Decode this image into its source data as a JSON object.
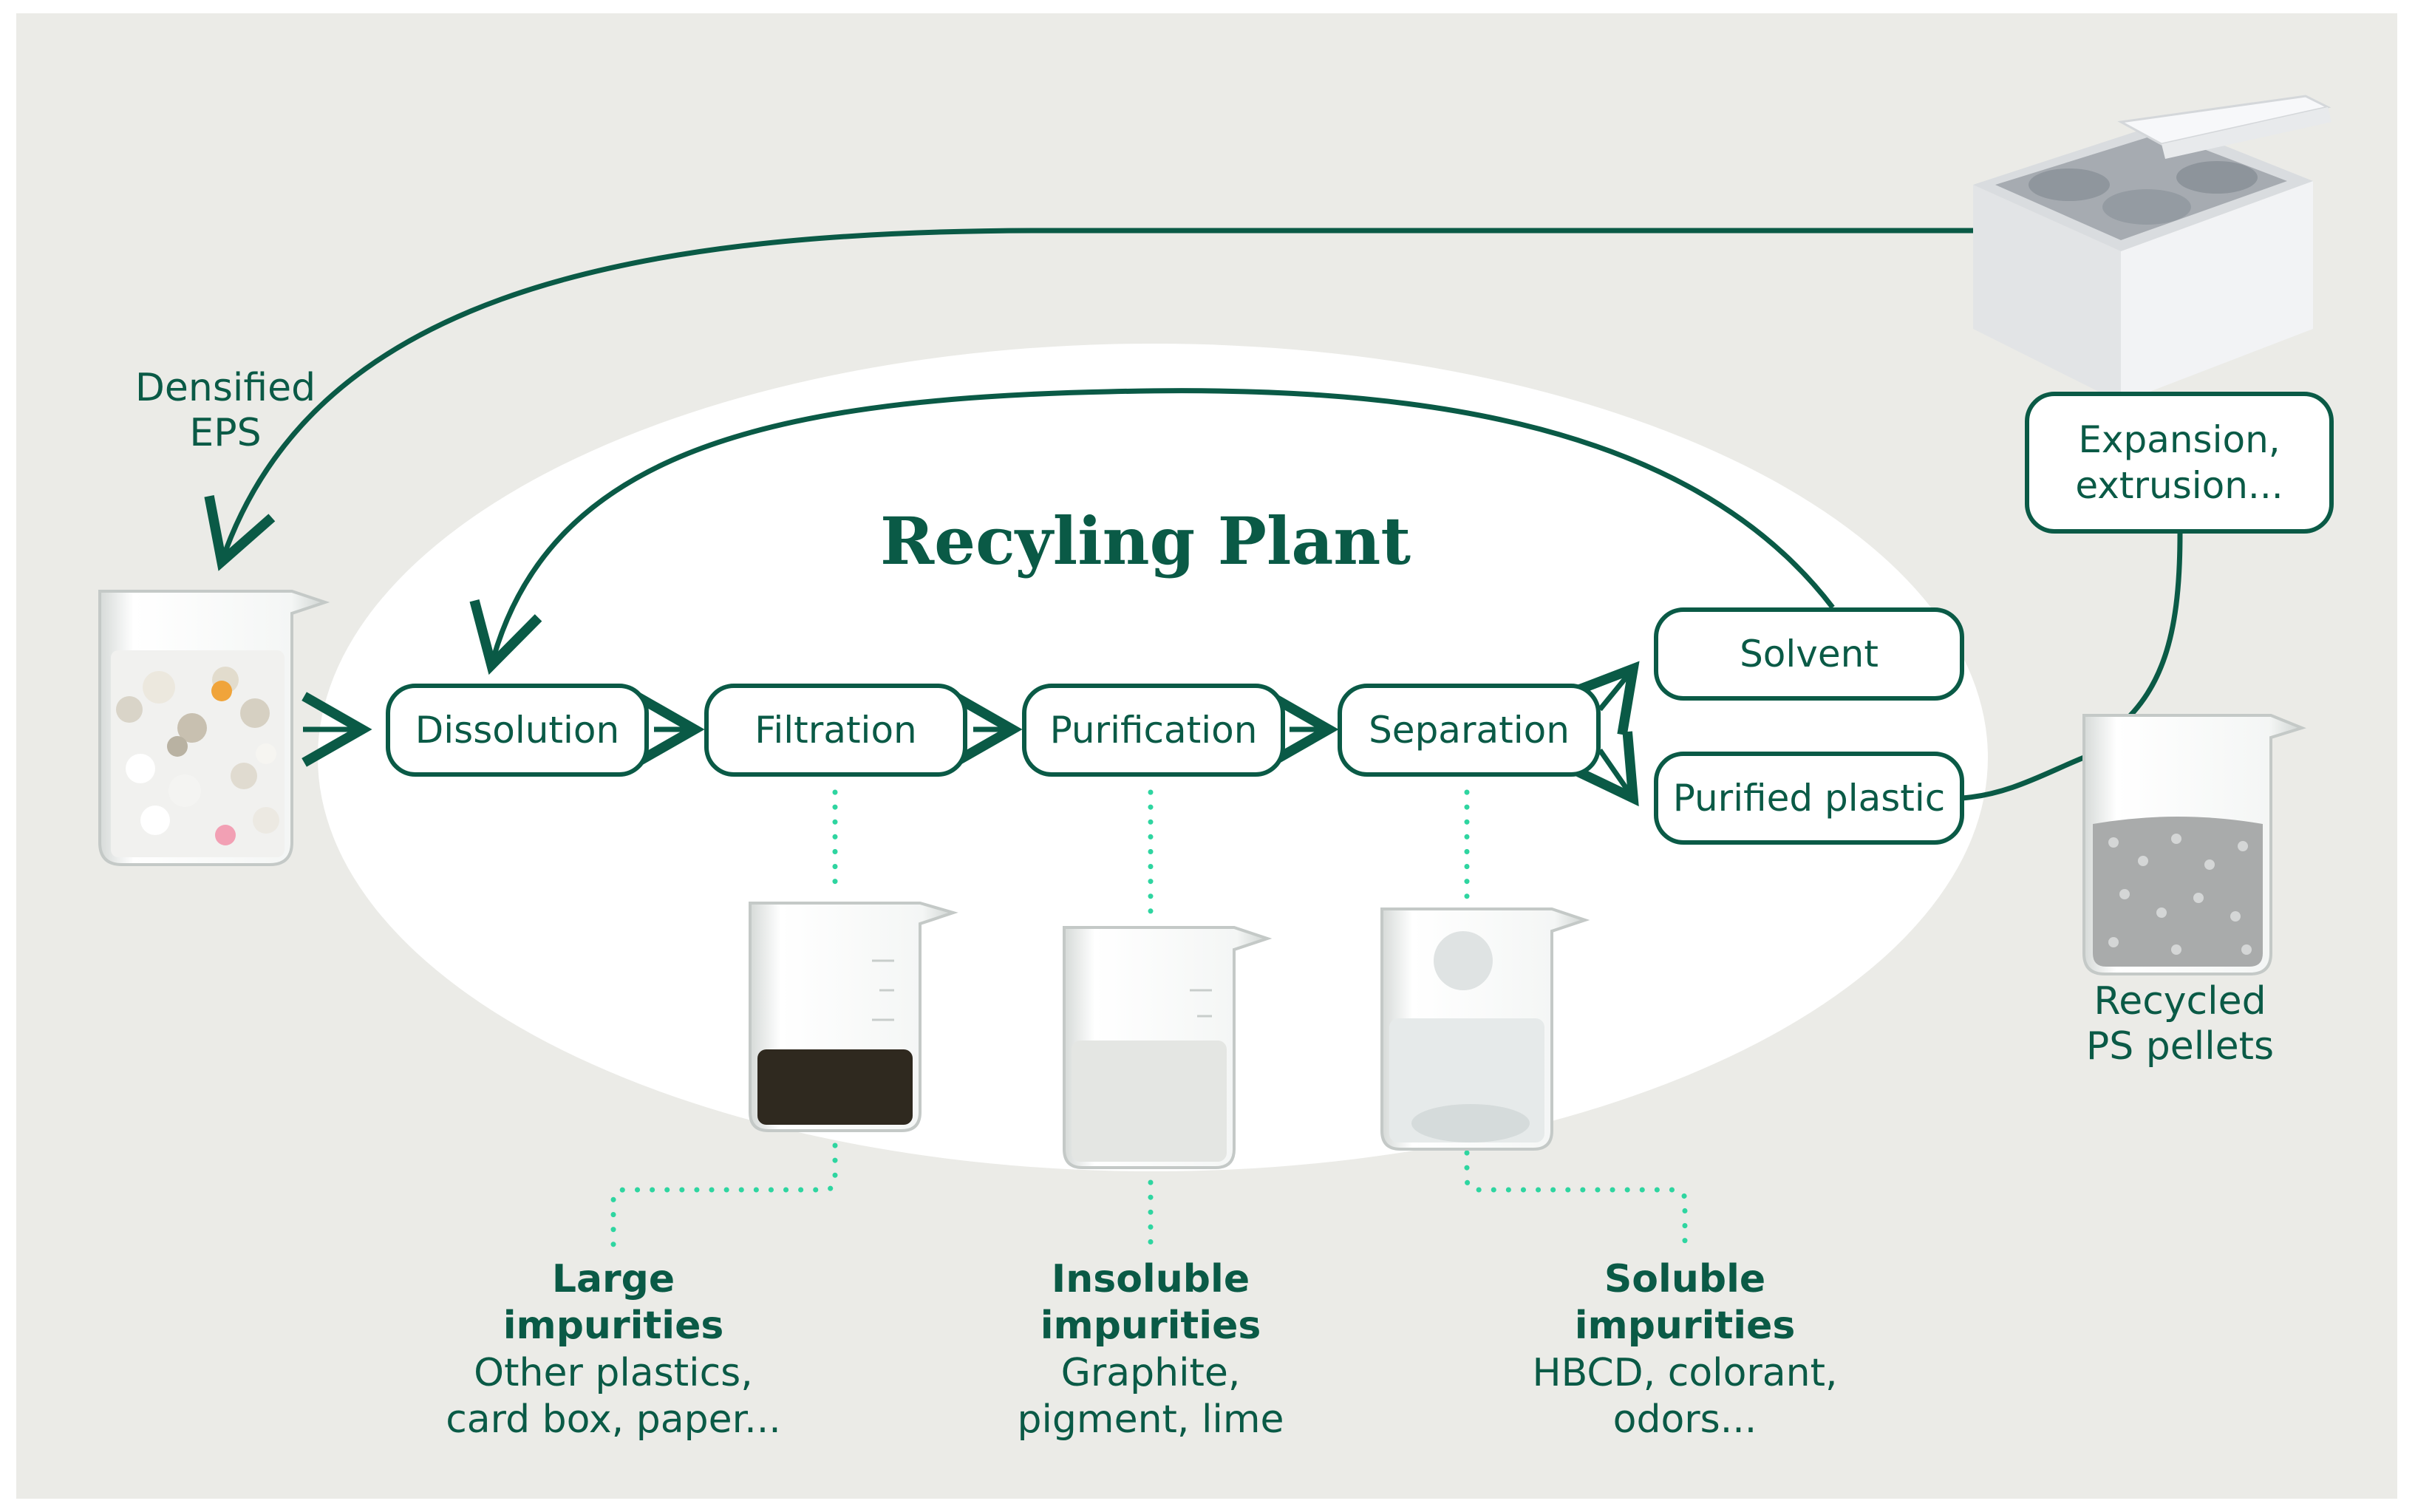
{
  "colors": {
    "background": "#ebebe7",
    "ellipse": "#ffffff",
    "primary": "#0a5a46",
    "dotted": "#2ed5a0"
  },
  "title": "Recyling Plant",
  "input_label": {
    "line1": "Densified",
    "line2": "EPS"
  },
  "output_label": {
    "line1": "Recycled",
    "line2": "PS pellets"
  },
  "steps": {
    "dissolution": "Dissolution",
    "filtration": "Filtration",
    "purification": "Purification",
    "separation": "Separation",
    "solvent": "Solvent",
    "purified_plastic": "Purified plastic",
    "expansion_line1": "Expansion,",
    "expansion_line2": "extrusion..."
  },
  "impurities": {
    "large": {
      "h1": "Large",
      "h2": "impurities",
      "d1": "Other plastics,",
      "d2": "card box, paper..."
    },
    "insoluble": {
      "h1": "Insoluble",
      "h2": "impurities",
      "d1": "Graphite,",
      "d2": "pigment, lime"
    },
    "soluble": {
      "h1": "Soluble",
      "h2": "impurities",
      "d1": "HBCD, colorant,",
      "d2": "odors..."
    }
  },
  "icons": [
    "beaker-eps-icon",
    "beaker-dark-liquid-icon",
    "beaker-light-liquid-icon",
    "beaker-clear-liquid-icon",
    "beaker-pellets-icon",
    "foam-box-icon"
  ]
}
